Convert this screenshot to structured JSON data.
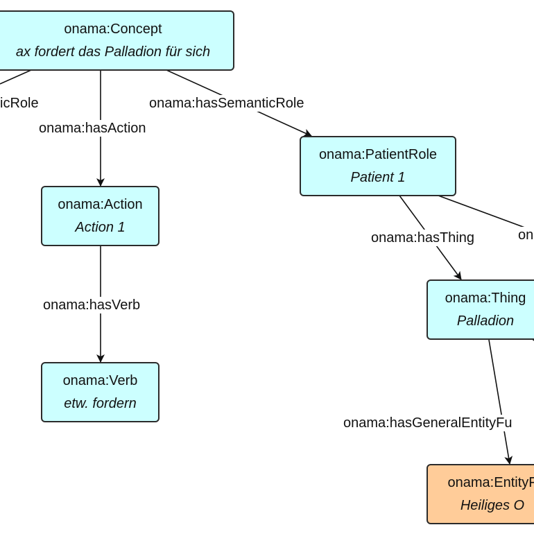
{
  "nodes": {
    "concept": {
      "type": "onama:Concept",
      "label": "ax fordert das Palladion für sich"
    },
    "action": {
      "type": "onama:Action",
      "label": "Action 1"
    },
    "verb": {
      "type": "onama:Verb",
      "label": "etw. fordern"
    },
    "patient_role": {
      "type": "onama:PatientRole",
      "label": "Patient 1"
    },
    "thing": {
      "type": "onama:Thing",
      "label": "Palladion"
    },
    "entity": {
      "type": "onama:EntityF",
      "label": "Heiliges O"
    }
  },
  "edges": {
    "left_semantic_role": "icRole",
    "has_action": "onama:hasAction",
    "has_semantic_role": "onama:hasSemanticRole",
    "has_verb": "onama:hasVerb",
    "has_thing": "onama:hasThing",
    "right_partial": "on",
    "has_general_entity": "onama:hasGeneralEntityFu"
  },
  "colors": {
    "node_fill": "#ccffff",
    "entity_fill": "#ffcc99",
    "stroke": "#2b2b2b"
  }
}
